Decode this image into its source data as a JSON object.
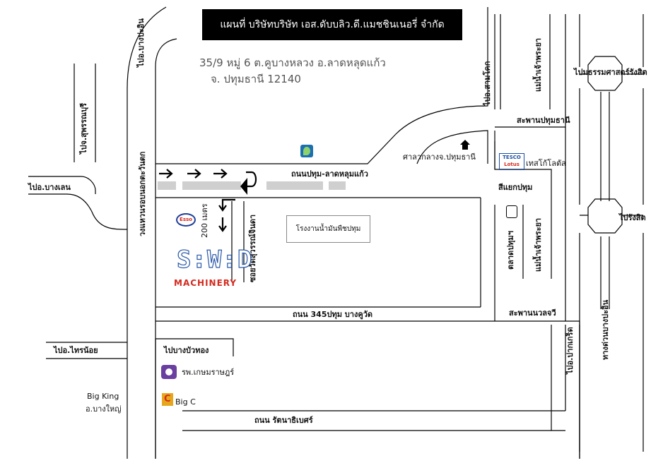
{
  "title": "แผนที่ บริษัทบริษัท เอส.ดับบลิว.ดี.แมชชินเนอรี่ จำกัด",
  "address": {
    "line1": "35/9 หมู่ 6 ต.คูบางหลวง อ.ลาดหลุดแก้ว",
    "line2": "จ. ปทุมธานี 12140"
  },
  "company": {
    "logo_text": "S:W:D",
    "name": "MACHINERY"
  },
  "roads": {
    "bangpa_in": "ไปอ.บางปะอิน",
    "suphan": "ไปจ.สุพรรณบุรี",
    "bang_len": "ไปอ.บางเลน",
    "outer_ring": "วงแหวนรอบนอกตะวันตก",
    "pathum_lathlumkaew": "ถนนปทุม-ลาดหลุมแก้ว",
    "road345": "ถนน 345ปทุม บางคูวัด",
    "rattanathibet": "ถนน รัตนาธิเบศร์",
    "sai_noi": "ไปอ.ไทรน้อย",
    "bang_bua_thong": "ไปบางบัวทอง",
    "soi_wat": "ซอยวัดสุวรรณ์จินดา",
    "distance": "200 เมตร",
    "sam_khok": "ไปอ.สามโคก",
    "chaophraya_river_top": "แม่น้ำเจ้าพระยา",
    "chaophraya_river_mid": "แม่น้ำเจ้าพระยา",
    "pathum_bridge": "สะพานปทุมธานี",
    "nawonlaknawi_bridge": "สะพานนวลจวี",
    "pathum_junction": "สีแยกปทุม",
    "to_thammasat": "ไปมธรรมศาสตร์รังสิต",
    "to_rangsit": "ไปรังสิต",
    "khlong_bangpain": "ทางด่วนบางปะอิน",
    "pak_kret": "ไปอ.ปากเกร็ด"
  },
  "places": {
    "provincial_hall": "ศาลากลางจ.ปทุมธานี",
    "tesco": "เทสโก้โลตัส",
    "factory": "โรงงานน้ำมันพืชปทุม",
    "market": "ตลาดปทุมฯ",
    "hospital": "รพ.เกษมราษฎร์",
    "big_c": "Big C",
    "big_king": "Big King",
    "bang_yai": "อ.บางใหญ่"
  },
  "logos": {
    "esso": "Esso",
    "tesco_top": "TESCO",
    "tesco_bottom": "Lotus"
  },
  "colors": {
    "road_line": "#000000",
    "banner": "#000000",
    "logo_blue": "#2857a8",
    "logo_red": "#d42a1e",
    "lane_gray": "#cfcfcf"
  }
}
